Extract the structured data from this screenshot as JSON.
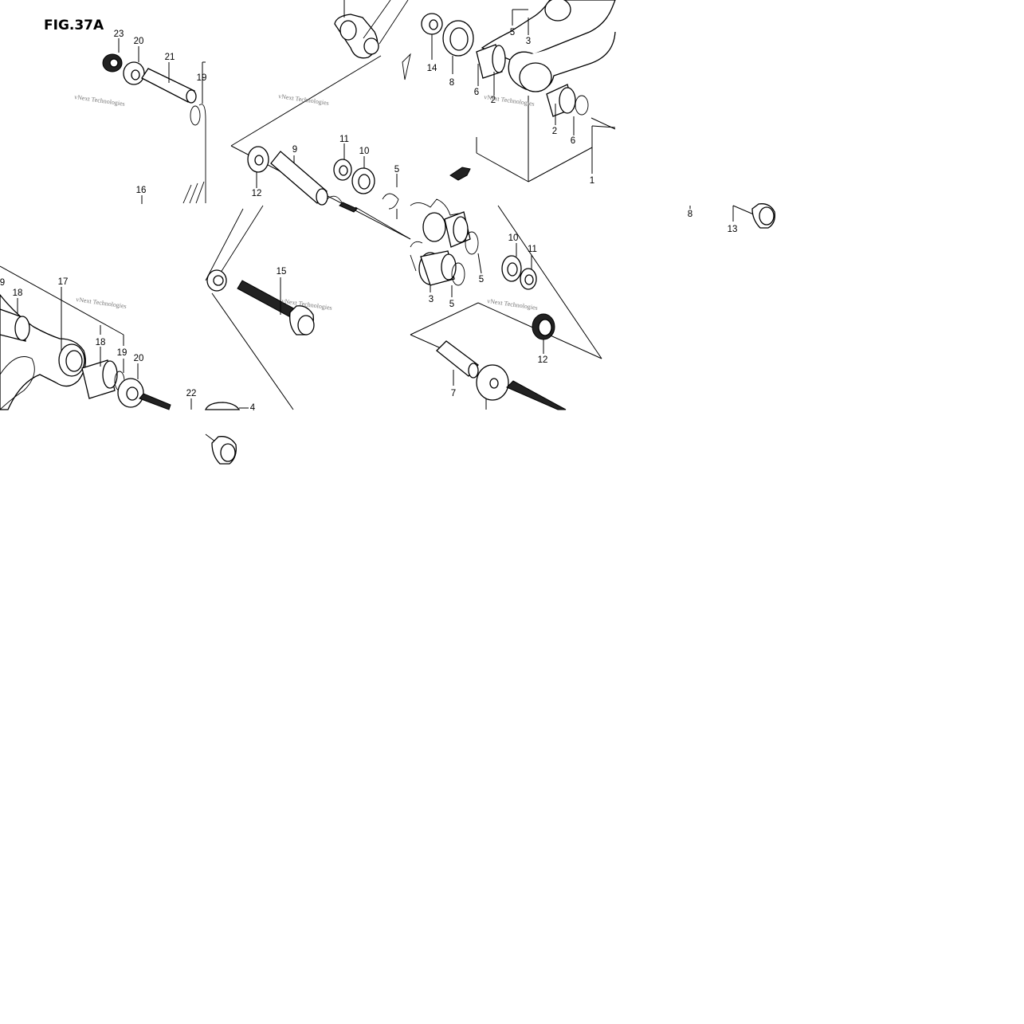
{
  "figure": {
    "title": "FIG.37A"
  },
  "watermark": {
    "text": "vNext Technologies"
  },
  "callouts": [
    {
      "id": "c23",
      "label": "23"
    },
    {
      "id": "c20a",
      "label": "20"
    },
    {
      "id": "c21",
      "label": "21"
    },
    {
      "id": "c19a",
      "label": "19"
    },
    {
      "id": "c16",
      "label": "16"
    },
    {
      "id": "c12a",
      "label": "12"
    },
    {
      "id": "c9a",
      "label": "9"
    },
    {
      "id": "c11a",
      "label": "11"
    },
    {
      "id": "c10a",
      "label": "10"
    },
    {
      "id": "c5a",
      "label": "5"
    },
    {
      "id": "c14",
      "label": "14"
    },
    {
      "id": "c8a",
      "label": "8"
    },
    {
      "id": "c6a",
      "label": "6"
    },
    {
      "id": "c2a",
      "label": "2"
    },
    {
      "id": "c5b",
      "label": "5"
    },
    {
      "id": "c3a",
      "label": "3"
    },
    {
      "id": "c2b",
      "label": "2"
    },
    {
      "id": "c6b",
      "label": "6"
    },
    {
      "id": "c1",
      "label": "1"
    },
    {
      "id": "c8b",
      "label": "8"
    },
    {
      "id": "c13",
      "label": "13"
    },
    {
      "id": "c10b",
      "label": "10"
    },
    {
      "id": "c11b",
      "label": "11"
    },
    {
      "id": "c5c",
      "label": "5"
    },
    {
      "id": "c3b",
      "label": "3"
    },
    {
      "id": "c5d",
      "label": "5"
    },
    {
      "id": "c15",
      "label": "15"
    },
    {
      "id": "c9b",
      "label": "9"
    },
    {
      "id": "c18a",
      "label": "18"
    },
    {
      "id": "c17",
      "label": "17"
    },
    {
      "id": "c18b",
      "label": "18"
    },
    {
      "id": "c19b",
      "label": "19"
    },
    {
      "id": "c20b",
      "label": "20"
    },
    {
      "id": "c22",
      "label": "22"
    },
    {
      "id": "c4",
      "label": "4"
    },
    {
      "id": "c12b",
      "label": "12"
    },
    {
      "id": "c7",
      "label": "7"
    }
  ]
}
